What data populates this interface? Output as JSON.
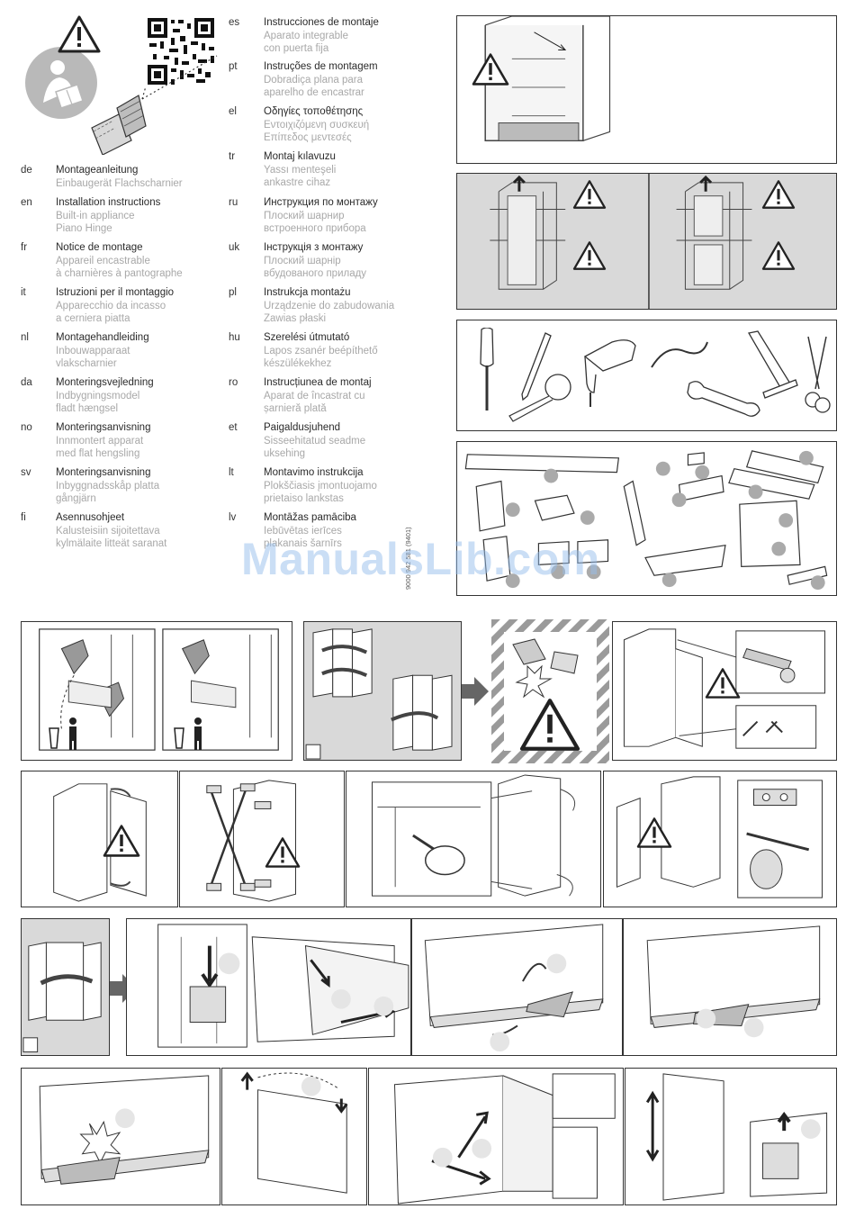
{
  "languages": {
    "column_left": [
      {
        "code": "de",
        "title": "Montageanleitung",
        "lines": [
          "Einbaugerät Flachscharnier"
        ]
      },
      {
        "code": "en",
        "title": "Installation instructions",
        "lines": [
          "Built-in appliance",
          "Piano Hinge"
        ]
      },
      {
        "code": "fr",
        "title": "Notice de montage",
        "lines": [
          "Appareil encastrable",
          "à charnières à pantographe"
        ]
      },
      {
        "code": "it",
        "title": "Istruzioni per il montaggio",
        "lines": [
          "Apparecchio da incasso",
          "a cerniera piatta"
        ]
      },
      {
        "code": "nl",
        "title": "Montagehandleiding",
        "lines": [
          "Inbouwapparaat",
          "vlakscharnier"
        ]
      },
      {
        "code": "da",
        "title": "Monteringsvejledning",
        "lines": [
          "Indbygningsmodel",
          "fladt hængsel"
        ]
      },
      {
        "code": "no",
        "title": "Monteringsanvisning",
        "lines": [
          "Innmontert apparat",
          "med flat hengsling"
        ]
      },
      {
        "code": "sv",
        "title": "Monteringsanvisning",
        "lines": [
          "Inbyggnadsskåp platta",
          "gångjärn"
        ]
      },
      {
        "code": "fi",
        "title": "Asennusohjeet",
        "lines": [
          "Kalusteisiin sijoitettava",
          "kylmälaite litteät saranat"
        ]
      }
    ],
    "column_right": [
      {
        "code": "es",
        "title": "Instrucciones de montaje",
        "lines": [
          "Aparato integrable",
          "con puerta fija"
        ]
      },
      {
        "code": "pt",
        "title": "Instruções de montagem",
        "lines": [
          "Dobradiça plana para",
          "aparelho de encastrar"
        ]
      },
      {
        "code": "el",
        "title": "Οδηγίες τοποθέτησης",
        "lines": [
          "Εντοιχιζόμενη συσκευή",
          "Επίπεδος μεντεσές"
        ]
      },
      {
        "code": "tr",
        "title": "Montaj kılavuzu",
        "lines": [
          "Yassı menteşeli",
          "ankastre cihaz"
        ]
      },
      {
        "code": "ru",
        "title": "Инструкция по монтажу",
        "lines": [
          "Плоский шарнир",
          "встроенного прибора"
        ]
      },
      {
        "code": "uk",
        "title": "Інструкція з монтажу",
        "lines": [
          "Плоский шарнір",
          "вбудованого приладу"
        ]
      },
      {
        "code": "pl",
        "title": "Instrukcja montażu",
        "lines": [
          "Urządzenie do zabudowania",
          "Zawias płaski"
        ]
      },
      {
        "code": "hu",
        "title": "Szerelési útmutató",
        "lines": [
          "Lapos zsanér beépíthető",
          "készülékekhez"
        ]
      },
      {
        "code": "ro",
        "title": "Instrucțiunea de montaj",
        "lines": [
          "Aparat de încastrat cu",
          "șarnieră plată"
        ]
      },
      {
        "code": "et",
        "title": "Paigaldusjuhend",
        "lines": [
          "Sisseehitatud seadme",
          "uksehing"
        ]
      },
      {
        "code": "lt",
        "title": "Montavimo instrukcija",
        "lines": [
          "Plokščiasis įmontuojamo",
          "prietaiso lankstas"
        ]
      },
      {
        "code": "lv",
        "title": "Montāžas pamāciba",
        "lines": [
          "Iebūvētas ierīces",
          "plakanais šarnīrs"
        ]
      }
    ]
  },
  "document_number": "9000 942 581 (9401)",
  "watermark": "ManualsLib.com",
  "icons": [
    "warning-triangle-icon",
    "manual-reader-icon",
    "qr-code-icon",
    "hinge-icon",
    "dustbin-icon",
    "arrow-right-icon",
    "screwdriver-icon",
    "pencil-icon",
    "tape-measure-icon",
    "drill-icon",
    "cable-icon",
    "spanner-icon",
    "square-ruler-icon",
    "scissors-icon"
  ],
  "colors": {
    "panel_border": "#333333",
    "grey_panel": "#d9d9d9",
    "secondary_text": "#a8a8a8",
    "watermark": "#96bee8"
  }
}
